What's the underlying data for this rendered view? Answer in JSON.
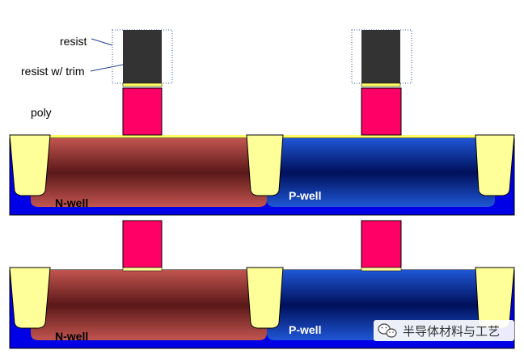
{
  "labels": {
    "resist": "resist",
    "resist_trim": "resist w/ trim",
    "poly": "poly"
  },
  "panels": {
    "top": {
      "nwell": "N-well",
      "pwell": "P-well"
    },
    "bottom": {
      "nwell": "N-well",
      "pwell": "P-well"
    }
  },
  "watermark": {
    "text": "半导体材料与工艺",
    "icon": "wechat-icon"
  },
  "colors": {
    "substrate_blue": "#0000e6",
    "pwell_blue": "#1a4fd0",
    "nwell_red": "#c0504d",
    "nwell_dark": "#5a1818",
    "poly_pink": "#ff0066",
    "resist_dark": "#333333",
    "oxide_yellow": "#ffff99",
    "trim_yellow": "#ffff66"
  }
}
